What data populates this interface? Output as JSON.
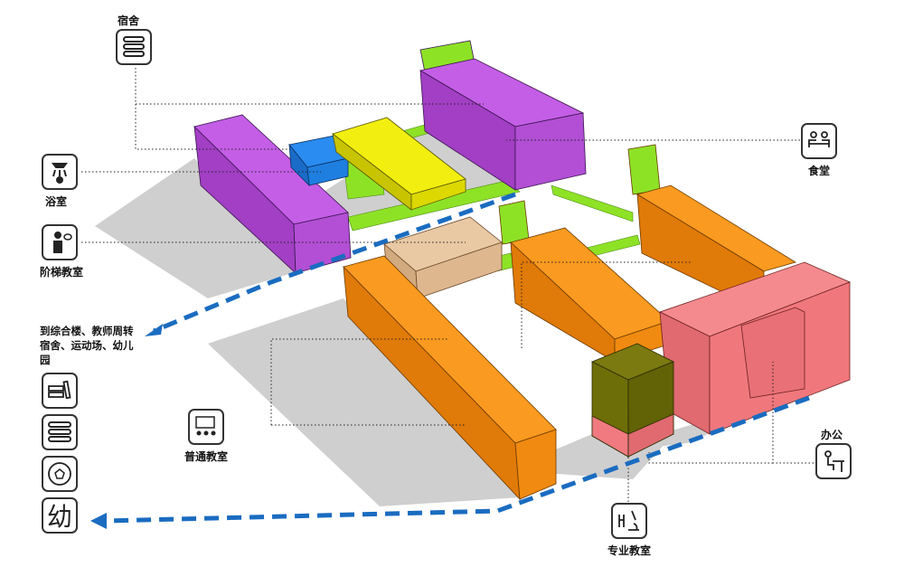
{
  "labels": {
    "dormitory": "宿舍",
    "bathroom": "浴室",
    "lecture_hall": "阶梯教室",
    "canteen": "食堂",
    "classroom": "普通教室",
    "special_classroom": "专业教室",
    "office": "办公",
    "destination": "到综合楼、教师周转宿舍、运动场、幼儿园",
    "kindergarten_glyph": "幼"
  },
  "colors": {
    "dormitory": "#b84fd8",
    "bathroom": "#1f7fe0",
    "canteen": "#e8e400",
    "lecture_hall": "#e3bd93",
    "classroom": "#f58a0c",
    "special_classroom": "#6e6e08",
    "office": "#f0787c",
    "connector": "#88e020",
    "route": "#1a6cc0",
    "shadow": "#c8c8c8"
  }
}
